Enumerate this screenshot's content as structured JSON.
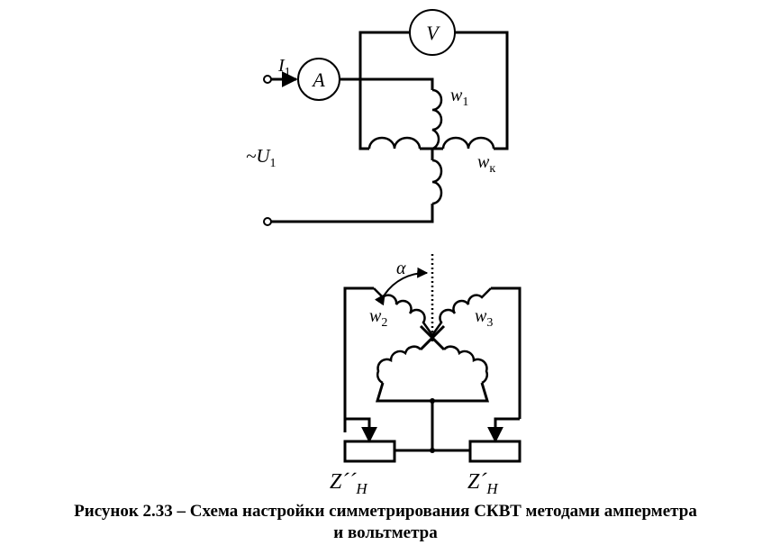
{
  "labels": {
    "I": "I",
    "I_sub": "1",
    "A": "A",
    "V": "V",
    "w1": "w",
    "w1_sub": "1",
    "wk": "w",
    "wk_sub": "к",
    "U": "~U",
    "U_sub": "1",
    "alpha": "α",
    "w2": "w",
    "w2_sub": "2",
    "w3": "w",
    "w3_sub": "3",
    "Z_left": "Z´´",
    "Z_left_sub": "H",
    "Z_right": "Z´",
    "Z_right_sub": "H"
  },
  "caption": {
    "line1": "Рисунок 2.33 – Схема настройки симметрирования СКВТ методами амперметра",
    "line2": "и вольтметра"
  }
}
